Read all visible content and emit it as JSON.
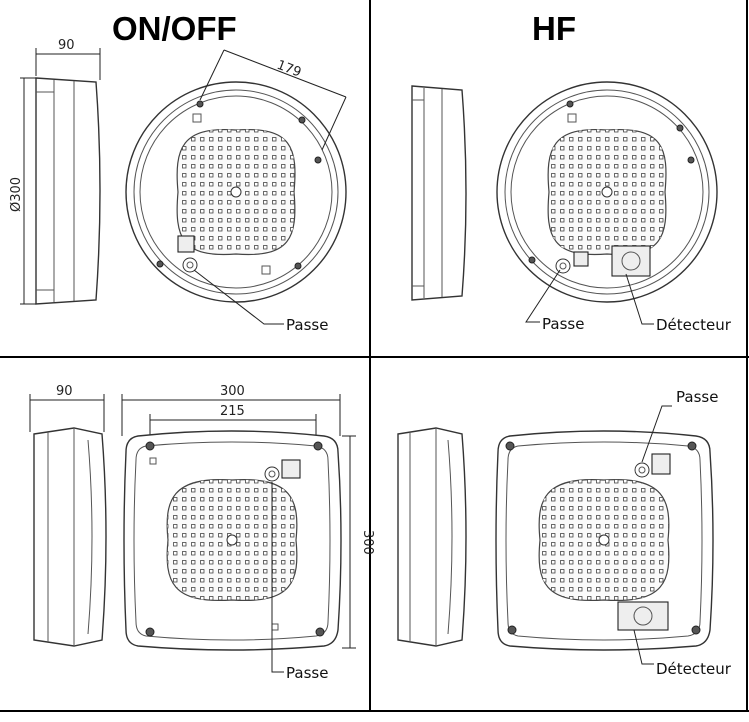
{
  "headings": {
    "on_off": "ON/OFF",
    "hf": "HF"
  },
  "top_left": {
    "depth": "90",
    "diameter": "Ø300",
    "offset": "179",
    "callout_passe": "Passe"
  },
  "top_right": {
    "callout_passe": "Passe",
    "callout_detecteur": "Détecteur"
  },
  "bottom_left": {
    "depth": "90",
    "width": "300",
    "inner_width": "215",
    "height": "300",
    "callout_passe": "Passe"
  },
  "bottom_right": {
    "callout_passe": "Passe",
    "callout_detecteur": "Détecteur"
  }
}
